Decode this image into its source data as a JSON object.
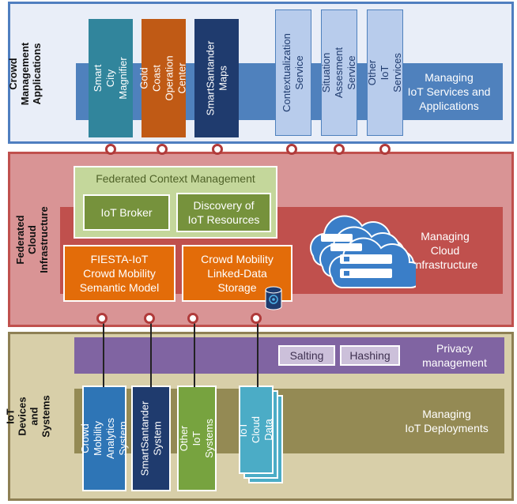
{
  "layers": {
    "apps": {
      "label": "Crowd Management\nApplications"
    },
    "cloud": {
      "label": "Federated Cloud\nInfrastructure"
    },
    "iot": {
      "label": "IoT Devices\nand Systems"
    }
  },
  "apps": {
    "band_label": "Managing\nIoT Services and\nApplications",
    "items": [
      "Smart City\nMagnifier",
      "Gold Coast\nOperation Center",
      "SmartSantander\nMaps",
      "Contextualization\nService",
      "Situation\nAssesment Service",
      "Other IoT Services"
    ]
  },
  "cloud": {
    "federated_title": "Federated Context Management",
    "iot_broker": "IoT Broker",
    "discovery": "Discovery of\nIoT Resources",
    "band_label": "Managing\nCloud\nInfrastructure",
    "semantic_model": "FIESTA-IoT\nCrowd Mobility\nSemantic Model",
    "storage": "Crowd Mobility\nLinked-Data\nStorage"
  },
  "iot": {
    "privacy_label": "Privacy\nmanagement",
    "salting": "Salting",
    "hashing": "Hashing",
    "deploy_label": "Managing\nIoT Deployments",
    "systems": [
      "Crowd Mobility\nAnalytics System",
      "SmartSantander\nSystem",
      "Other IoT\nSystems",
      "IoT Cloud\nData"
    ]
  },
  "colors": {
    "apps_bg": "#e9eef8",
    "apps_border": "#4f7ec0",
    "apps_band": "#4f81bd",
    "cloud_bg": "#d99495",
    "cloud_border": "#c0504d",
    "cloud_band": "#c0504d",
    "fed_bg": "#c4d79b",
    "fed_inner": "#76923c",
    "orange": "#e36c09",
    "iot_bg": "#d8cfa9",
    "iot_border": "#8e8054",
    "privacy_band": "#8064a2",
    "deploy_band": "#948a54",
    "tag_bg": "#ccc0da"
  }
}
